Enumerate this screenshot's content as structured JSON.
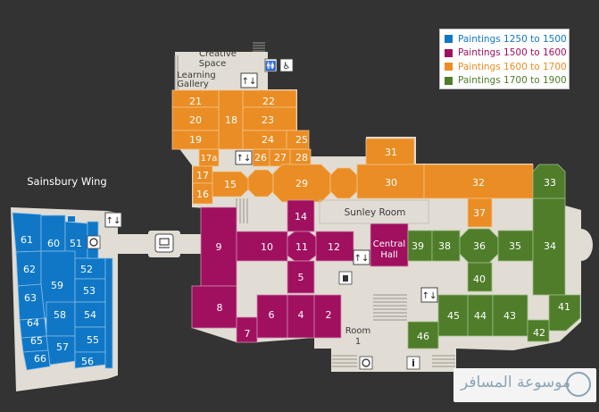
{
  "colors": {
    "p1250": "#0f77c6",
    "p1500": "#a0105f",
    "p1600": "#ea8d24",
    "p1700": "#4f7d2a",
    "floor": "#e1ddd4",
    "background": "#333333"
  },
  "legend": [
    {
      "label": "Paintings 1250 to 1500",
      "color": "#0f77c6",
      "text_color": "#0f77c6"
    },
    {
      "label": "Paintings 1500 to 1600",
      "color": "#a0105f",
      "text_color": "#a0105f"
    },
    {
      "label": "Paintings 1600 to 1700",
      "color": "#ea8d24",
      "text_color": "#ea8d24"
    },
    {
      "label": "Paintings 1700 to 1900",
      "color": "#4f7d2a",
      "text_color": "#4f7d2a"
    }
  ],
  "areas": {
    "sainsbury_wing": "Sainsbury Wing",
    "creative_space_1": "Creative",
    "creative_space_2": "Space",
    "learning_gallery_1": "Learning",
    "learning_gallery_2": "Gallery",
    "sunley_room": "Sunley Room",
    "central_hall_1": "Central",
    "central_hall_2": "Hall",
    "room1_1": "Room",
    "room1_2": "1"
  },
  "rooms": {
    "r21": "21",
    "r22": "22",
    "r20": "20",
    "r18": "18",
    "r23": "23",
    "r19": "19",
    "r24": "24",
    "r25": "25",
    "r17a": "17a",
    "r26": "26",
    "r27": "27",
    "r28": "28",
    "r17": "17",
    "r15": "15",
    "r16": "16",
    "r29": "29",
    "r31": "31",
    "r30": "30",
    "r32": "32",
    "r33": "33",
    "r37": "37",
    "r14": "14",
    "r9": "9",
    "r10": "10",
    "r11": "11",
    "r12": "12",
    "r5": "5",
    "r8": "8",
    "r7": "7",
    "r6": "6",
    "r4": "4",
    "r2": "2",
    "r39": "39",
    "r38": "38",
    "r36": "36",
    "r35": "35",
    "r34": "34",
    "r40": "40",
    "r45": "45",
    "r44": "44",
    "r43": "43",
    "r41": "41",
    "r46": "46",
    "r42": "42",
    "r61": "61",
    "r60": "60",
    "r51": "51",
    "r62": "62",
    "r52": "52",
    "r59": "59",
    "r63": "63",
    "r53": "53",
    "r64": "64",
    "r58": "58",
    "r54": "54",
    "r65": "65",
    "r57": "57",
    "r55": "55",
    "r66": "66",
    "r56": "56"
  },
  "icons": {
    "lift": "lift-icon",
    "toilet": "toilet-icon",
    "accessible": "wheelchair-icon",
    "audio": "audio-guide-icon",
    "info": "information-icon",
    "shop": "shop-icon"
  },
  "info_glyph": "i",
  "watermark": "موسوعة المسافر"
}
